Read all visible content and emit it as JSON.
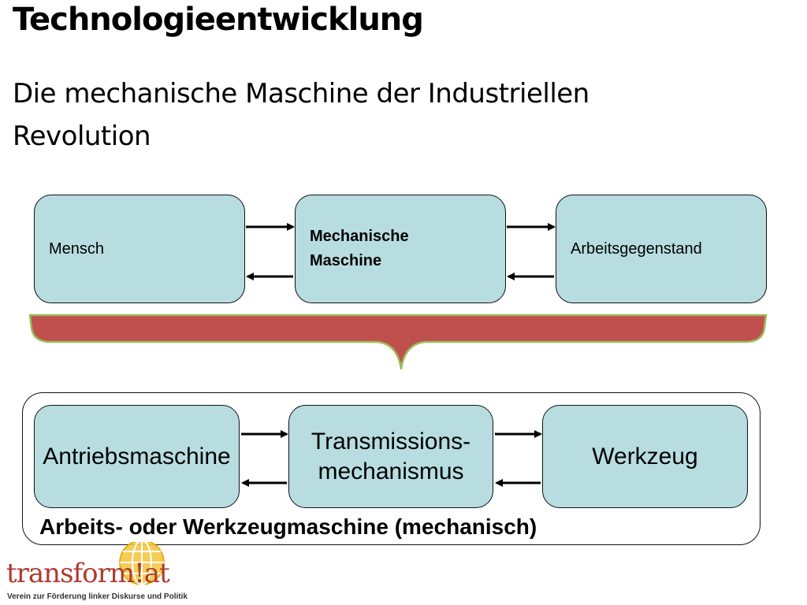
{
  "title": "Technologieentwicklung",
  "subtitle": "Die mechanische Maschine der Industriellen Revolution",
  "top_row": {
    "box1": "Mensch",
    "box2": "Mechanische Maschine",
    "box3": "Arbeitsgegenstand"
  },
  "bottom_row": {
    "box1": "Antriebsmaschine",
    "box2": "Transmissions-mechanismus",
    "box3": "Werkzeug"
  },
  "group_label": "Arbeits- oder Werkzeugmaschine (mechanisch)",
  "logo": {
    "name": "transform!at",
    "tagline": "Verein zur Förderung linker Diskurse und Politik"
  },
  "colors": {
    "box_fill": "#b7dde1",
    "brace_fill": "#c0504d",
    "brace_outline": "#9bbb59"
  }
}
